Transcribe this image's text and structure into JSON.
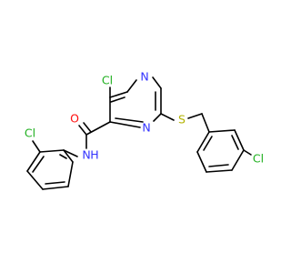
{
  "colors": {
    "background": "#ffffff",
    "bond": "#000000",
    "carbon_text": "#000000",
    "nitrogen": "#3333ff",
    "oxygen": "#ff0d0d",
    "sulfur": "#b2b200",
    "chlorine": "#1fb01f"
  },
  "atoms": [
    {
      "id": "cl_pyrimidine",
      "text": "Cl",
      "element": "chlorine"
    },
    {
      "id": "n_pyrimidine_1",
      "text": "N",
      "element": "nitrogen"
    },
    {
      "id": "n_pyrimidine_3",
      "text": "N",
      "element": "nitrogen"
    },
    {
      "id": "o_carbonyl",
      "text": "O",
      "element": "oxygen"
    },
    {
      "id": "nh_amide",
      "text": "N",
      "element": "nitrogen"
    },
    {
      "id": "h_amide",
      "text": "H",
      "element": "nitrogen"
    },
    {
      "id": "s_thioether",
      "text": "S",
      "element": "sulfur"
    },
    {
      "id": "cl_benzyl",
      "text": "Cl",
      "element": "chlorine"
    },
    {
      "id": "cl_anilide",
      "text": "Cl",
      "element": "chlorine"
    }
  ]
}
